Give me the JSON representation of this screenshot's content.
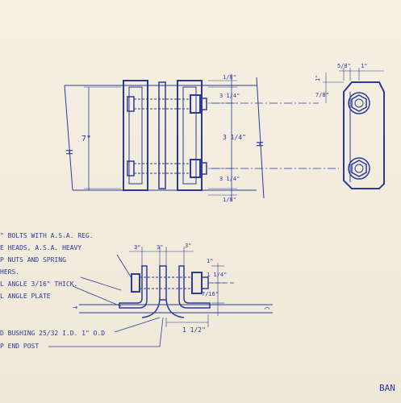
{
  "title_fragment": "BAN",
  "dims": {
    "overall_height": "7\"",
    "left_mark": "H",
    "right_mark": "H",
    "top_right_1": "1\"",
    "top_right_2": "5/8\"",
    "side_1": "1\"",
    "side_2": "7/8\"",
    "top_small": "1/8\"",
    "seg_a": "3 1/4\"",
    "seg_b": "3 1/4\"",
    "seg_c": "3 1/4\"",
    "bottom_small": "1/8\"",
    "sec_a": "3\"",
    "sec_b": "3\"",
    "sec_c": "3\"",
    "sec_d": "1\"",
    "sec_e": "1 1/4\"",
    "sec_f": "1 1/2\"",
    "sec_g": "7/16\""
  },
  "notes": {
    "line1": "\" BOLTS WITH A.S.A. REG.",
    "line2": "E HEADS, A.S.A. HEAVY",
    "line3": "P NUTS AND SPRING",
    "line4": "HERS.",
    "line5": "L ANGLE 3/16\" THICK.",
    "line6": "L ANGLE PLATE",
    "line7": "D BUSHING 25/32 I.D. 1\" O.D",
    "line8": "P END POST"
  }
}
